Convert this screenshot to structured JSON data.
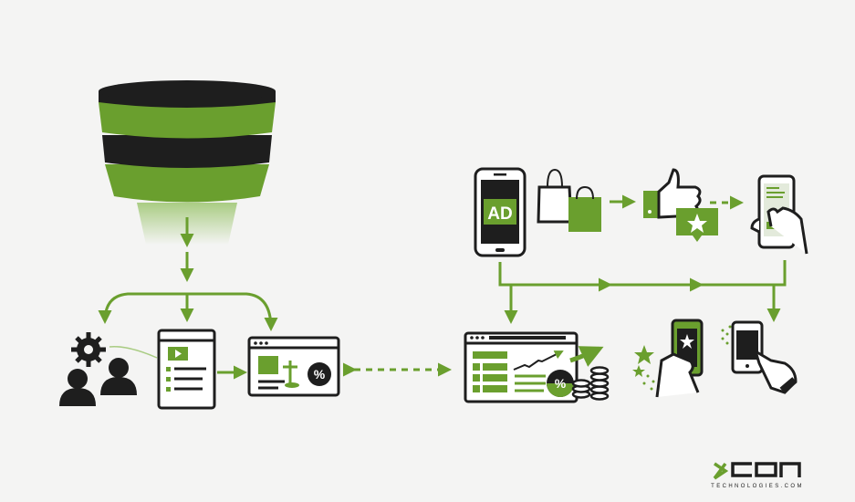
{
  "colors": {
    "accent": "#6a9f2e",
    "dark": "#1e1e1e",
    "background": "#f4f4f3"
  },
  "ad_phone": {
    "label": "AD"
  },
  "discount_badge": {
    "label": "%"
  },
  "analytics_badge": {
    "label": "%"
  },
  "logo": {
    "brand": "XCON",
    "tagline": "TECHNOLOGIES.COM"
  },
  "icons": [
    "funnel-icon",
    "users-gear-icon",
    "video-page-icon",
    "landing-page-icon",
    "analytics-dashboard-icon",
    "coins-icon",
    "ad-phone-icon",
    "shopping-bags-icon",
    "thumbs-up-icon",
    "star-badge-icon",
    "phone-in-hand-icon",
    "rating-phone-icon",
    "tap-phone-icon"
  ]
}
